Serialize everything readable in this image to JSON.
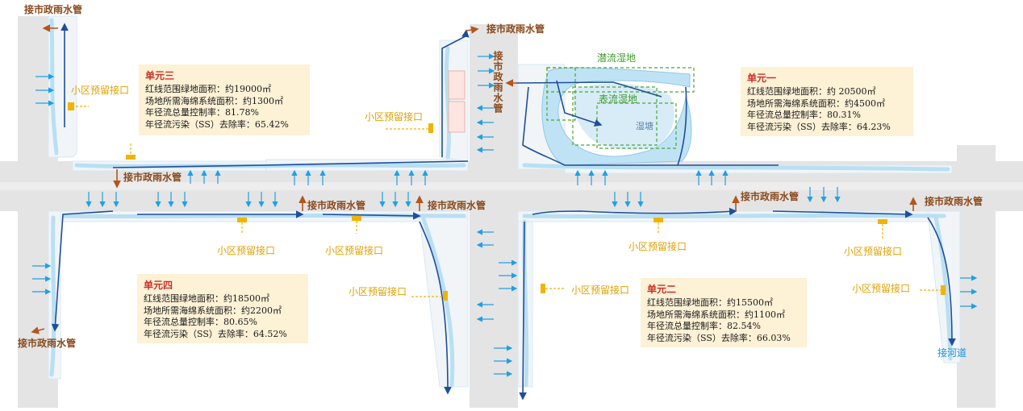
{
  "labels": {
    "municipal_pipe": "接市政雨水管",
    "reserved_inlet": "小区预留接口",
    "river": "接河道",
    "subsurface_wetland": "潜流湿地",
    "surface_wetland": "表流湿地",
    "wet_pond": "湿塘"
  },
  "units": [
    {
      "title": "单元一",
      "lines": [
        "红线范围绿地面积：约 20500㎡",
        "场地所需海绵系统面积：约4500㎡",
        "年径流总量控制率：80.31%",
        "年径流污染（SS）去除率：64.23%"
      ]
    },
    {
      "title": "单元二",
      "lines": [
        "红线范围绿地面积：约15500㎡",
        "场地所需海绵系统面积：约1100㎡",
        "年径流总量控制率：82.54%",
        "年径流污染（SS）去除率：66.03%"
      ]
    },
    {
      "title": "单元三",
      "lines": [
        "红线范围绿地面积：约19000㎡",
        "场地所需海绵系统面积：约1300㎡",
        "年径流总量控制率：81.78%",
        "年径流污染（SS）去除率：65.42%"
      ]
    },
    {
      "title": "单元四",
      "lines": [
        "红线范围绿地面积：约18500㎡",
        "场地所需海绵系统面积：约2200㎡",
        "年径流总量控制率：80.65%",
        "年径流污染（SS）去除率：64.52%"
      ]
    }
  ],
  "colors": {
    "road": "#e3e3e3",
    "green_belt": "#f3f6f8",
    "water": "#b9dff2",
    "flow_line": "#1f4e9a",
    "arrow_blue": "#1ea0e6",
    "pipe_brown": "#b5541d",
    "inlet_orange": "#f0b400",
    "wetland_green": "#4aa82f",
    "unit_bg": "#fdf1d6"
  }
}
